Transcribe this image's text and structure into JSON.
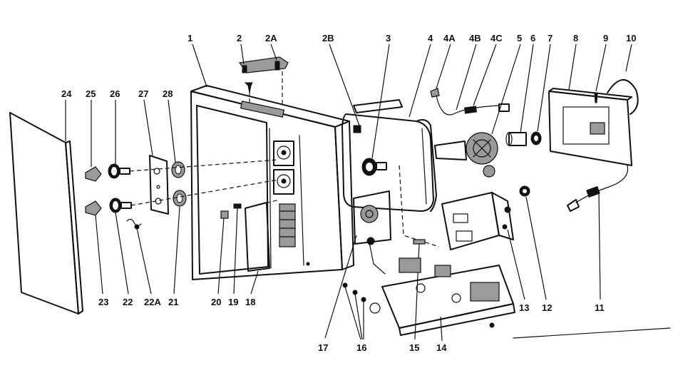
{
  "diagram": {
    "labels": {
      "l1": "1",
      "l2": "2",
      "l2a": "2A",
      "l2b": "2B",
      "l3": "3",
      "l4": "4",
      "l4a": "4A",
      "l4b": "4B",
      "l4c": "4C",
      "l5": "5",
      "l6": "6",
      "l7": "7",
      "l8": "8",
      "l9": "9",
      "l10": "10",
      "l11": "11",
      "l12": "12",
      "l13": "13",
      "l14": "14",
      "l15": "15",
      "l16": "16",
      "l17": "17",
      "l18": "18",
      "l19": "19",
      "l20": "20",
      "l21": "21",
      "l22": "22",
      "l22a": "22A",
      "l23": "23",
      "l24": "24",
      "l25": "25",
      "l26": "26",
      "l27": "27",
      "l28": "28"
    }
  }
}
